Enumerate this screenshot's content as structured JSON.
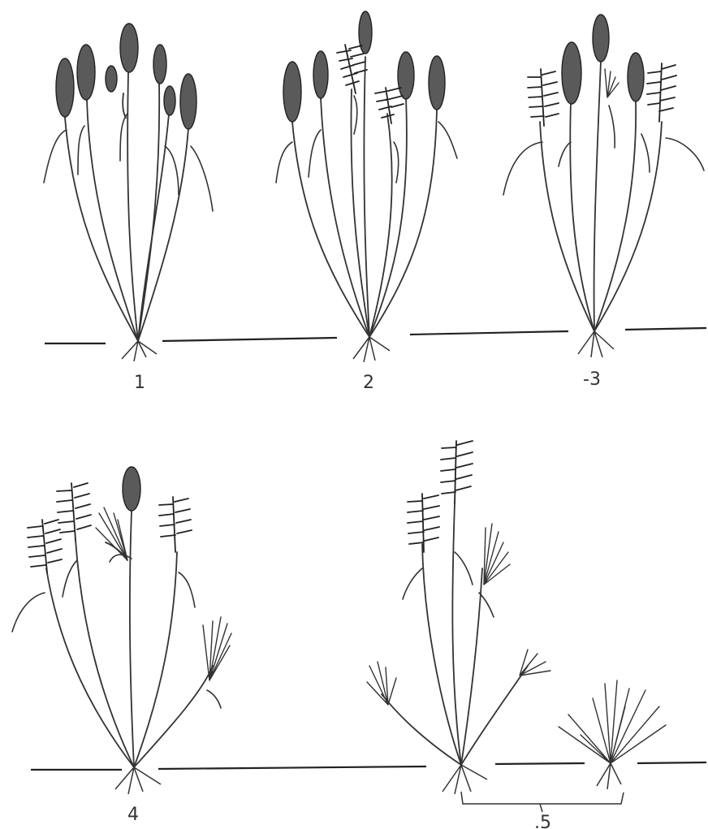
{
  "figure": {
    "labels": {
      "plant_1": "1",
      "plant_2": "2",
      "plant_3": "-3",
      "plant_4": "4",
      "plant_5": ".5"
    }
  }
}
